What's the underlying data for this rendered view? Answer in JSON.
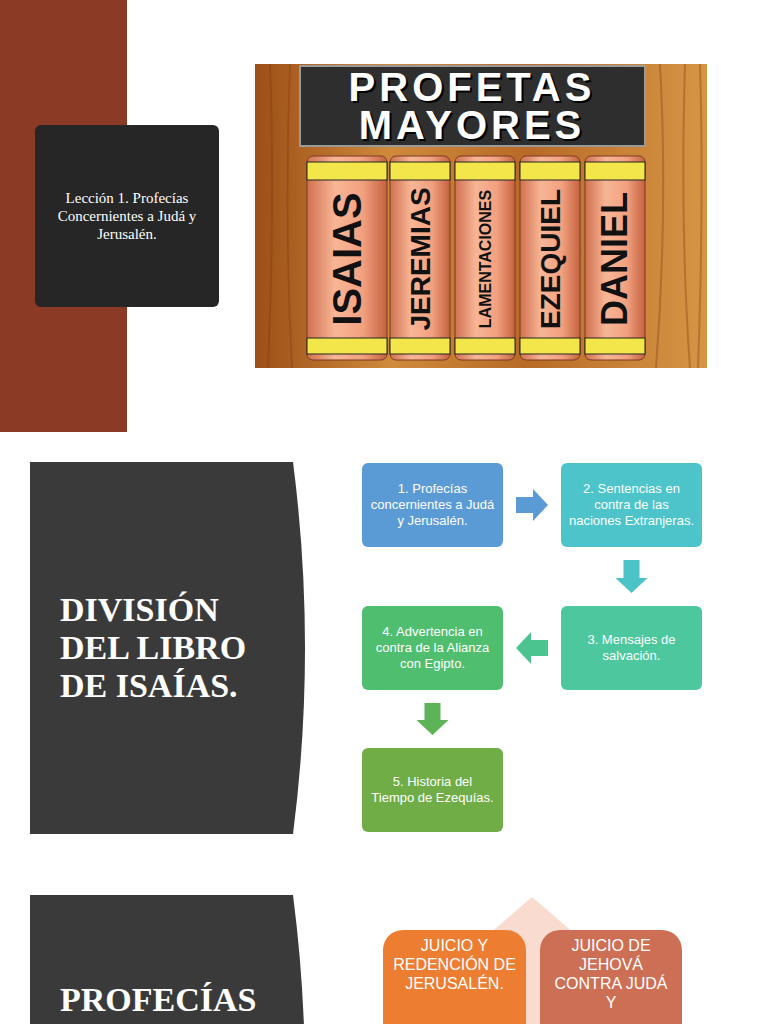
{
  "diagram": {
    "nodes": [
      {
        "text": [
          "Lección 1. Profecías Concernientes a Judá y Jerusalén."
        ]
      },
      {
        "text": [
          "DIVISIÓN DEL LIBRO DE ISAÍAS."
        ]
      },
      {
        "text": [
          "1. Profecías concernientes a Judá y Jerusalén."
        ]
      },
      {
        "text": [
          "2. Sentencias en contra de las naciones Extranjeras."
        ]
      },
      {
        "text": [
          "3. Mensajes de salvación."
        ]
      },
      {
        "text": [
          "4. Advertencia en contra de la Alianza con Egipto."
        ]
      },
      {
        "text": [
          "5. Historia del Tiempo de Ezequías."
        ]
      },
      {
        "text": [
          "PROFECÍAS"
        ]
      },
      {
        "text": [
          "JUICIO Y REDENCIÓN DE JERUSALÉN."
        ]
      },
      {
        "text": [
          "JUICIO DE JEHOVÁ CONTRA JUDÁ Y"
        ]
      }
    ],
    "edges": [
      {
        "from": 2,
        "to": 3,
        "arrow": "to"
      },
      {
        "from": 3,
        "to": 4,
        "arrow": "to"
      },
      {
        "from": 4,
        "to": 5,
        "arrow": "to"
      },
      {
        "from": 5,
        "to": 6,
        "arrow": "to"
      }
    ],
    "labels": [
      "PROFETAS MAYORES",
      "ISAIAS",
      "JEREMIAS",
      "LAMENTACIONES",
      "EZEQUIEL",
      "DANIEL"
    ]
  }
}
